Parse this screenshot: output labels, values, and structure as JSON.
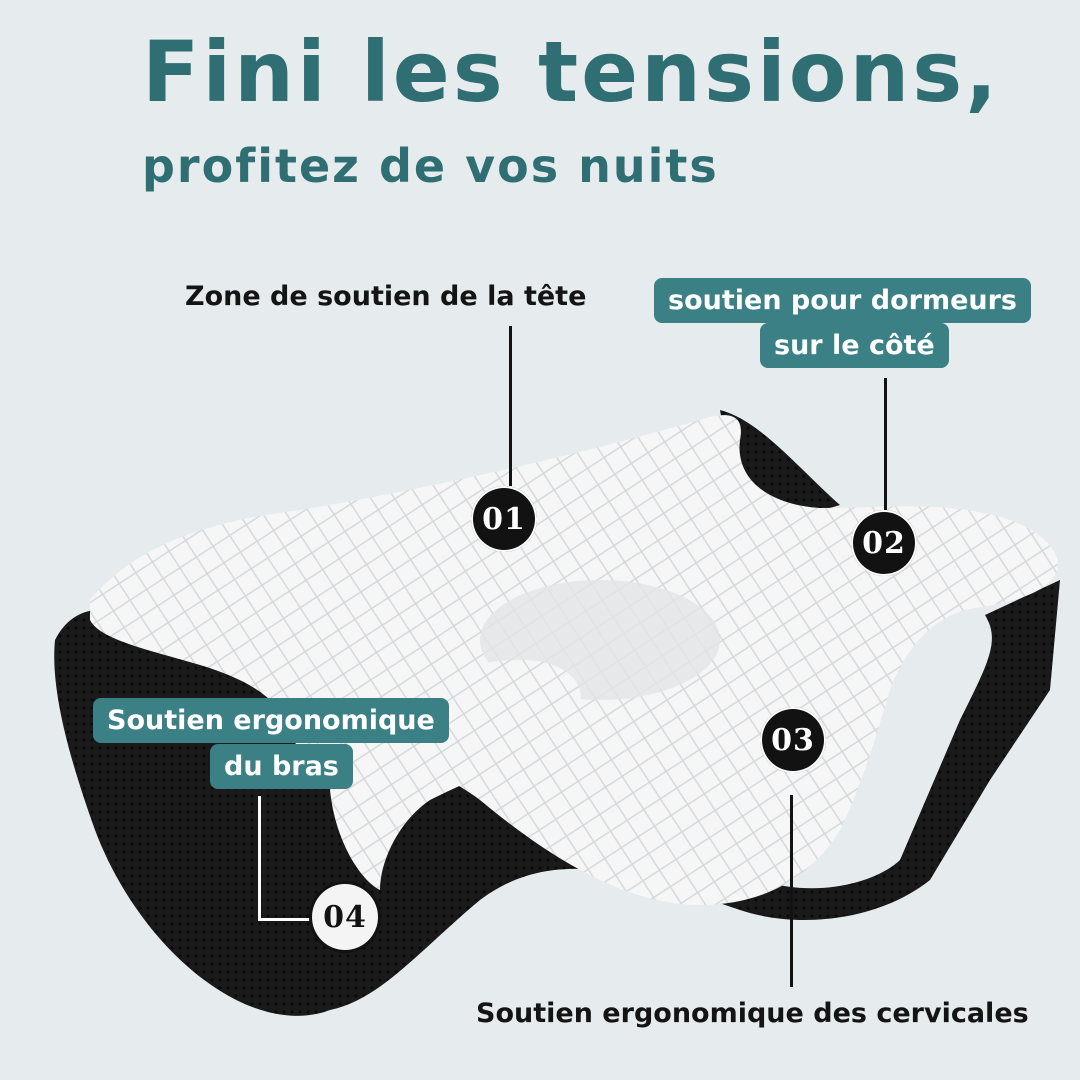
{
  "title": {
    "line1": "Fini les tensions,",
    "line2": "profitez de vos nuits"
  },
  "features": [
    {
      "number": "01",
      "label": "Zone de soutien de la tête"
    },
    {
      "number": "02",
      "label_line1": "soutien pour dormeurs",
      "label_line2": "sur le côté"
    },
    {
      "number": "03",
      "label": "Soutien ergonomique des cervicales"
    },
    {
      "number": "04",
      "label_line1": "Soutien ergonomique",
      "label_line2": "du bras"
    }
  ],
  "colors": {
    "background": "#e6ebee",
    "brand_teal": "#2f6f73",
    "pill_teal": "#3b8085",
    "pillow_white": "#f7f7f7",
    "mesh_black": "#141414"
  }
}
